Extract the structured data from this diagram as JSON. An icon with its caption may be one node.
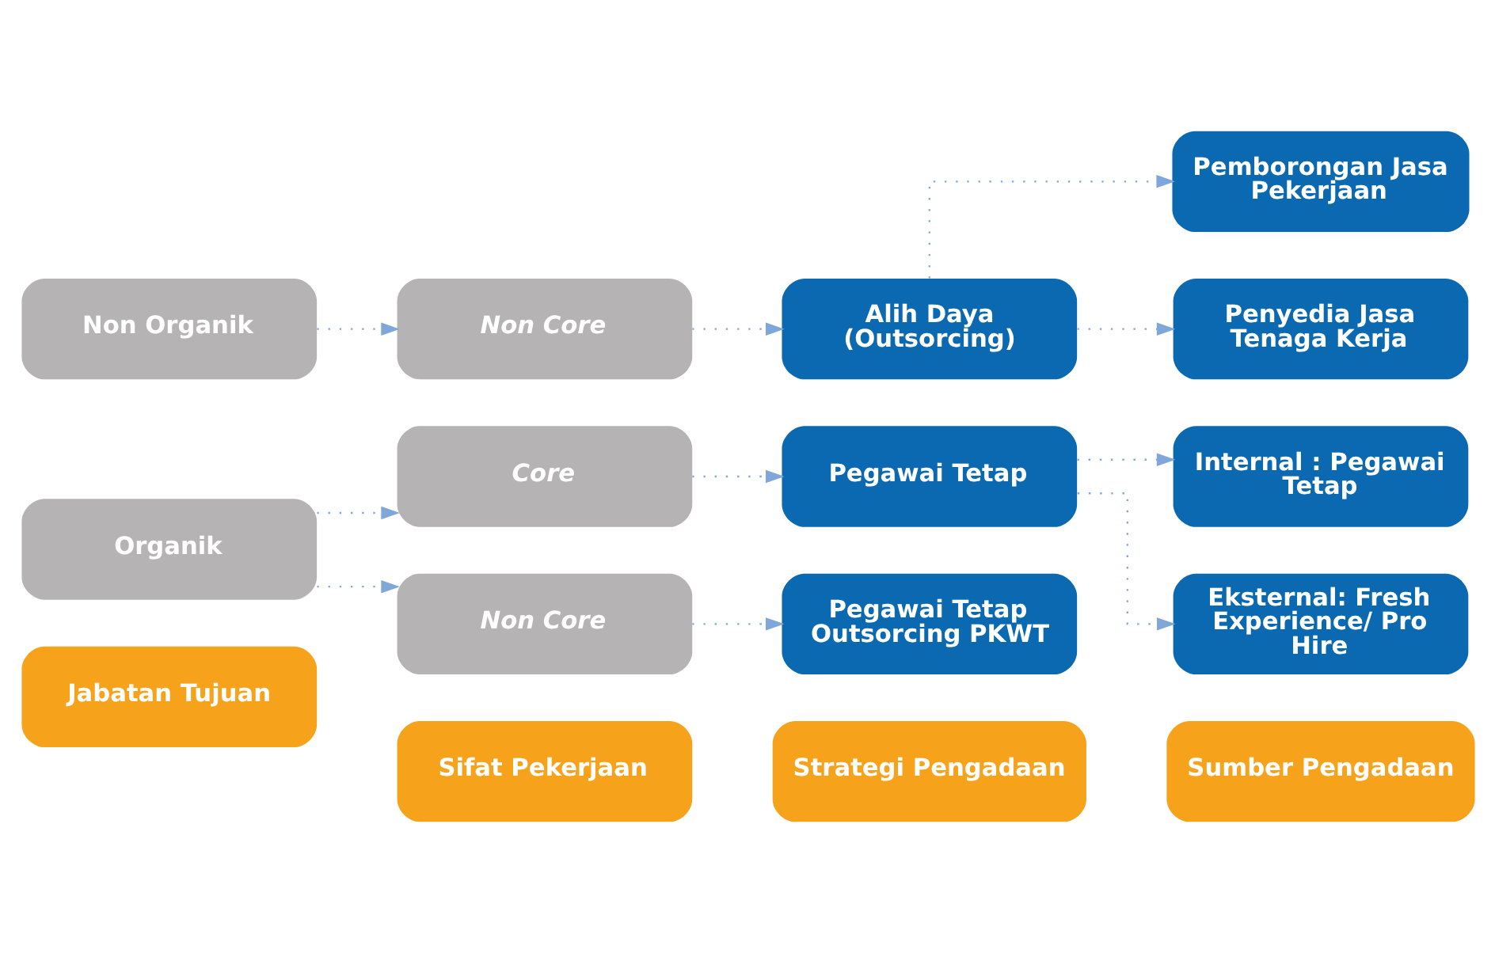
{
  "diagram": {
    "nodes": [
      {
        "text": [
          "Jabatan Tujuan"
        ]
      },
      {
        "text": [
          "Sifat Pekerjaan"
        ]
      },
      {
        "text": [
          "Strategi Pengadaan"
        ]
      },
      {
        "text": [
          "Sumber Pengadaan"
        ]
      },
      {
        "text": [
          "Organik"
        ]
      },
      {
        "text": [
          "Core"
        ]
      },
      {
        "text": [
          "Non Core"
        ]
      },
      {
        "text": [
          "Non Organik"
        ]
      },
      {
        "text": [
          "Non Core"
        ]
      },
      {
        "text": [
          "Pegawai Tetap"
        ]
      },
      {
        "text": [
          "Pegawai Tetap Outsorcing PKWT"
        ]
      },
      {
        "text": [
          "Alih Daya (Outsorcing)"
        ]
      },
      {
        "text": [
          "Internal : Pegawai Tetap"
        ]
      },
      {
        "text": [
          "Eksternal: Fresh Experience/ Pro Hire"
        ]
      },
      {
        "text": [
          "Pemborongan Jasa Pekerjaan"
        ]
      },
      {
        "text": [
          "Penyedia Jasa Tenaga Kerja"
        ]
      }
    ],
    "edges": [
      {
        "from": 4,
        "to": 5,
        "arrow": "to"
      },
      {
        "from": 4,
        "to": 6,
        "arrow": "to"
      },
      {
        "from": 5,
        "to": 9,
        "arrow": "to"
      },
      {
        "from": 9,
        "to": 12,
        "arrow": "to"
      },
      {
        "from": 9,
        "to": 13,
        "arrow": "to"
      },
      {
        "from": 6,
        "to": 10,
        "arrow": "to"
      },
      {
        "from": 7,
        "to": 8,
        "arrow": "to"
      },
      {
        "from": 8,
        "to": 11,
        "arrow": "to"
      },
      {
        "from": 11,
        "to": 14,
        "arrow": "to"
      },
      {
        "from": 11,
        "to": 15,
        "arrow": "to"
      }
    ]
  }
}
